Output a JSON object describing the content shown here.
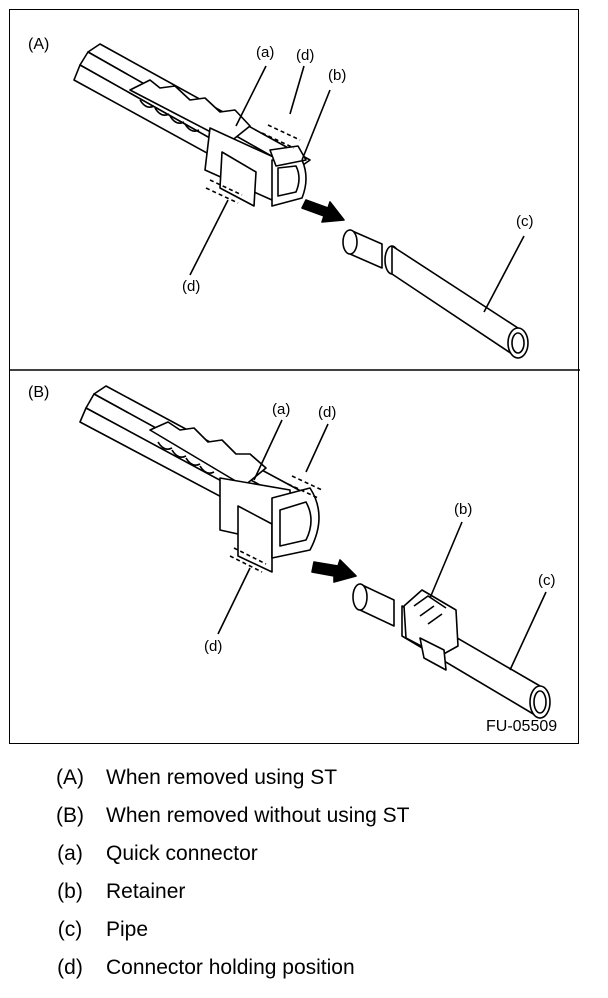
{
  "figure": {
    "panels": [
      {
        "id": "(A)",
        "callouts": {
          "a": "(a)",
          "b": "(b)",
          "c": "(c)",
          "d_top": "(d)",
          "d_bottom": "(d)"
        }
      },
      {
        "id": "(B)",
        "callouts": {
          "a": "(a)",
          "b": "(b)",
          "c": "(c)",
          "d_top": "(d)",
          "d_bottom": "(d)"
        }
      }
    ],
    "figure_code": "FU-05509"
  },
  "legend": [
    {
      "key": "(A)",
      "text": "When removed using ST"
    },
    {
      "key": "(B)",
      "text": "When removed without using ST"
    },
    {
      "key": "(a)",
      "text": "Quick connector"
    },
    {
      "key": "(b)",
      "text": "Retainer"
    },
    {
      "key": "(c)",
      "text": "Pipe"
    },
    {
      "key": "(d)",
      "text": "Connector holding position"
    }
  ]
}
